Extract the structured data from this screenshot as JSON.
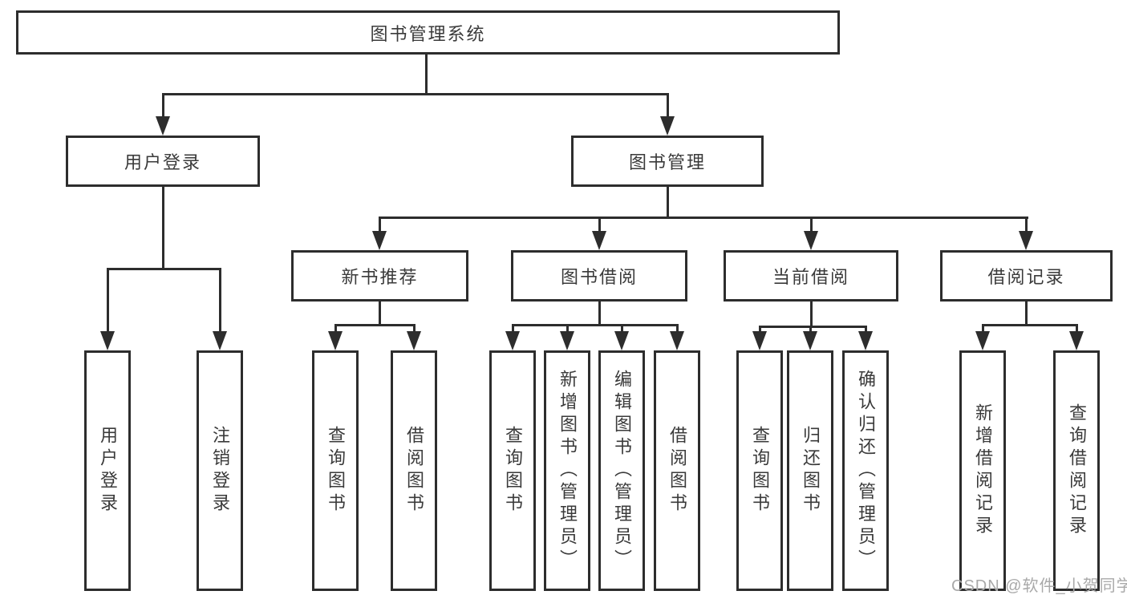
{
  "tree": {
    "label": "图书管理系统",
    "children": [
      {
        "label": "用户登录",
        "children": [
          {
            "label": "用户登录"
          },
          {
            "label": "注销登录"
          }
        ]
      },
      {
        "label": "图书管理",
        "children": [
          {
            "label": "新书推荐",
            "children": [
              {
                "label": "查询图书"
              },
              {
                "label": "借阅图书"
              }
            ]
          },
          {
            "label": "图书借阅",
            "children": [
              {
                "label": "查询图书"
              },
              {
                "label": "新增图书（管理员）"
              },
              {
                "label": "编辑图书（管理员）"
              },
              {
                "label": "借阅图书"
              }
            ]
          },
          {
            "label": "当前借阅",
            "children": [
              {
                "label": "查询图书"
              },
              {
                "label": "归还图书"
              },
              {
                "label": "确认归还（管理员）"
              }
            ]
          },
          {
            "label": "借阅记录",
            "children": [
              {
                "label": "新增借阅记录"
              },
              {
                "label": "查询借阅记录"
              }
            ]
          }
        ]
      }
    ]
  },
  "watermark": {
    "text": "CSDN @软件_小贺同学"
  },
  "colors": {
    "line": "#2d2d2d",
    "text": "#3a3a3a",
    "background": "#ffffff",
    "watermark": "#a9a9a9"
  }
}
